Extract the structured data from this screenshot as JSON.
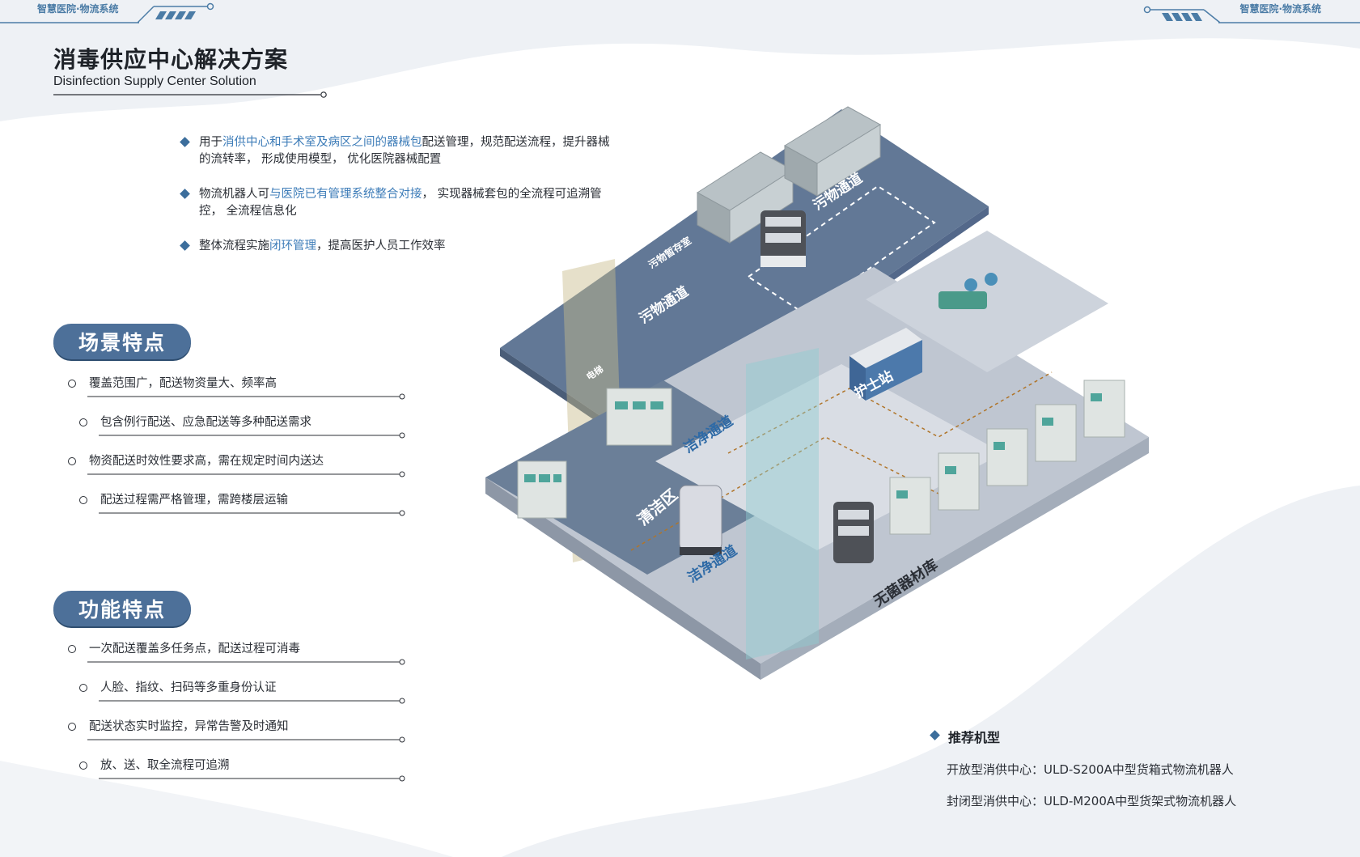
{
  "brand": {
    "left": "智慧医院·物流系统",
    "right": "智慧医院·物流系统"
  },
  "title": {
    "cn": "消毒供应中心解决方案",
    "en": "Disinfection Supply Center Solution"
  },
  "intro": [
    {
      "pre": "用于",
      "hl": "消供中心和手术室及病区之间的器械包",
      "post": "配送管理，规范配送流程，提升器械的流转率， 形成使用模型， 优化医院器械配置"
    },
    {
      "pre": "物流机器人可",
      "hl": "与医院已有管理系统整合对接",
      "post": "， 实现器械套包的全流程可追溯管控， 全流程信息化"
    },
    {
      "pre": "整体流程实施",
      "hl": "闭环管理",
      "post": "，提高医护人员工作效率"
    }
  ],
  "scene": {
    "heading": "场景特点",
    "items": [
      "覆盖范围广，配送物资量大、频率高",
      "包含例行配送、应急配送等多种配送需求",
      "物资配送时效性要求高，需在规定时间内送达",
      "配送过程需严格管理，需跨楼层运输"
    ]
  },
  "function": {
    "heading": "功能特点",
    "items": [
      "一次配送覆盖多任务点，配送过程可消毒",
      "人脸、指纹、扫码等多重身份认证",
      "配送状态实时监控，异常告警及时通知",
      "放、送、取全流程可追溯"
    ]
  },
  "map_labels": {
    "dirty_storage": "污物暂存室",
    "dirty_channel": "污物通道",
    "dirty_channel_2": "污物通道",
    "clean_channel": "洁净通道",
    "clean_channel_2": "洁净通道",
    "clean_zone": "清洁区",
    "nurse_station": "护士站",
    "sterile_store": "无菌器材库",
    "elevator": "电梯"
  },
  "recommend": {
    "heading": "推荐机型",
    "lines": [
      "开放型消供中心：ULD-S200A中型货箱式物流机器人",
      "封闭型消供中心：ULD-M200A中型货架式物流机器人"
    ]
  },
  "colors": {
    "accent": "#4d7099",
    "highlight": "#3d7cb8",
    "floor_dark": "#6b7f98",
    "floor_light": "#c9cfd9"
  }
}
